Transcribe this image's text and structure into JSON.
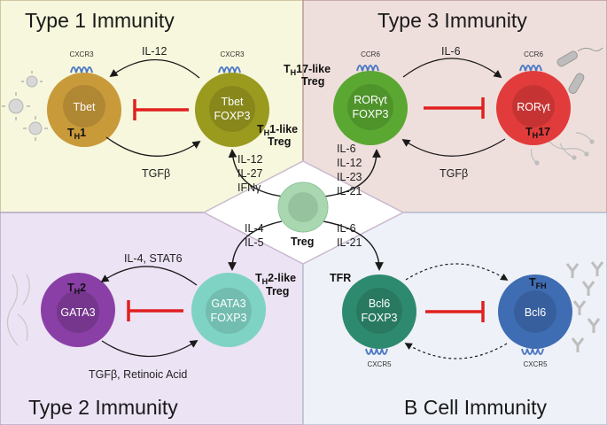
{
  "quadrants": {
    "type1": {
      "title": "Type 1 Immunity",
      "color": "#f6f7dc"
    },
    "type3": {
      "title": "Type 3 Immunity",
      "color": "#efdfdc"
    },
    "type2": {
      "title": "Type 2 Immunity",
      "color": "#ece3f4"
    },
    "bcell": {
      "title": "B Cell Immunity",
      "color": "#eef1f7"
    }
  },
  "center": {
    "label": "Treg",
    "color": "#a9d8b0"
  },
  "cells": {
    "th1": {
      "nucleus": "Tbet",
      "name": "T",
      "sub": "H",
      "suffix": "1",
      "receptor": "CXCR3",
      "color": "#c99a3a"
    },
    "th1_treg": {
      "nucleus1": "Tbet",
      "nucleus2": "FOXP3",
      "name_prefix": "T",
      "sub": "H",
      "name_suffix": "1-like",
      "name_line2": "Treg",
      "receptor": "CXCR3",
      "color": "#9a9a1f"
    },
    "th17_treg": {
      "nucleus1": "RORγt",
      "nucleus2": "FOXP3",
      "name_prefix": "T",
      "sub": "H",
      "name_suffix": "17-like",
      "name_line2": "Treg",
      "receptor": "CCR6",
      "color": "#5aa832"
    },
    "th17": {
      "nucleus": "RORγt",
      "name": "T",
      "sub": "H",
      "suffix": "17",
      "receptor": "CCR6",
      "color": "#e23b3b"
    },
    "th2": {
      "nucleus": "GATA3",
      "name": "T",
      "sub": "H",
      "suffix": "2",
      "color": "#8a3fa6"
    },
    "th2_treg": {
      "nucleus1": "GATA3",
      "nucleus2": "FOXP3",
      "name_prefix": "T",
      "sub": "H",
      "name_suffix": "2-like",
      "name_line2": "Treg",
      "color": "#7fd3c4"
    },
    "tfr": {
      "nucleus1": "Bcl6",
      "nucleus2": "FOXP3",
      "name": "TFR",
      "receptor": "CXCR5",
      "color": "#2e8a6e"
    },
    "tfh": {
      "nucleus": "Bcl6",
      "name": "T",
      "sub": "FH",
      "receptor": "CXCR5",
      "color": "#3f6db3"
    }
  },
  "arrows": {
    "il12_top": "IL-12",
    "tgfb_top": "TGFβ",
    "il6_top": "IL-6",
    "tgfb_type3": "TGFβ",
    "il4_stat6": "IL-4, STAT6",
    "tgfb_ra": "TGFβ, Retinoic Acid"
  },
  "center_cytokines": {
    "th1": [
      "IL-12",
      "IL-27",
      "IFNγ"
    ],
    "th17": [
      "IL-6",
      "IL-12",
      "IL-23",
      "IL-21"
    ],
    "th2": [
      "IL-4",
      "IL-5"
    ],
    "tfr": [
      "IL-6",
      "IL-21"
    ]
  },
  "inhibit_color": "#e02020"
}
